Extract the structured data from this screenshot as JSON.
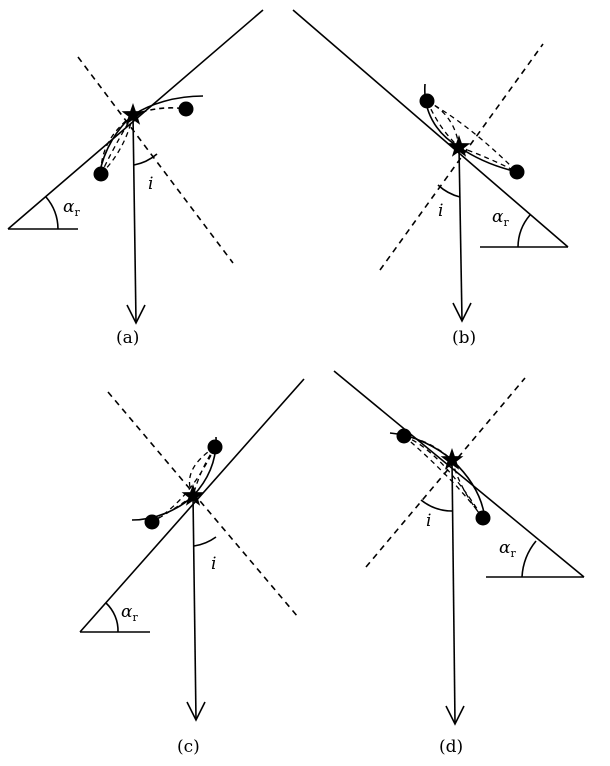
{
  "colors": {
    "ink": "#000000",
    "background": "#ffffff"
  },
  "symbols": {
    "incidence_angle": "i",
    "alpha": "α",
    "alpha_subscript": "r"
  },
  "panels": [
    {
      "id": "a",
      "label": "(a)"
    },
    {
      "id": "b",
      "label": "(b)"
    },
    {
      "id": "c",
      "label": "(c)"
    },
    {
      "id": "d",
      "label": "(d)"
    }
  ]
}
